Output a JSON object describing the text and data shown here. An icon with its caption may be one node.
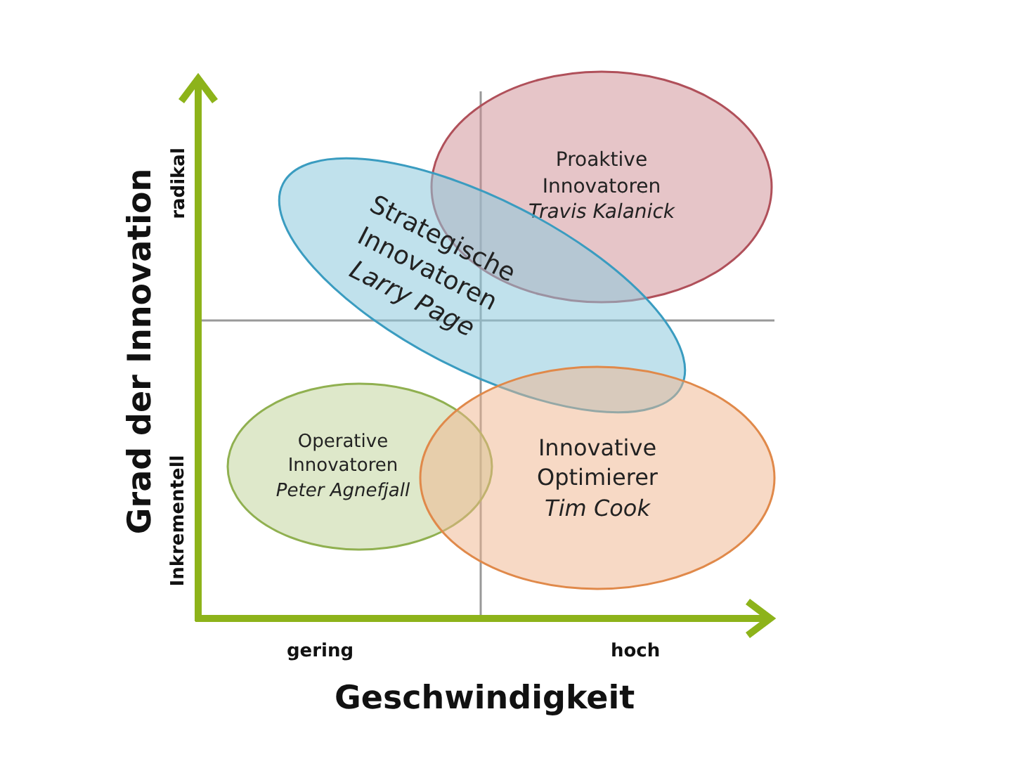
{
  "diagram": {
    "nodes": [
      {
        "text": [
          "Proaktive Innovatoren",
          "Travis Kalanick"
        ]
      },
      {
        "text": [
          "Strategische Innovatoren",
          "Larry Page"
        ]
      },
      {
        "text": [
          "Operative Innovatoren",
          "Peter Agnefjall"
        ]
      },
      {
        "text": [
          "Innovative Optimierer",
          "Tim Cook"
        ]
      }
    ],
    "labels": [
      "radikal",
      "Grad der Innovation",
      "Inkrementell",
      "gering",
      "hoch",
      "Geschwindigkeit"
    ]
  }
}
